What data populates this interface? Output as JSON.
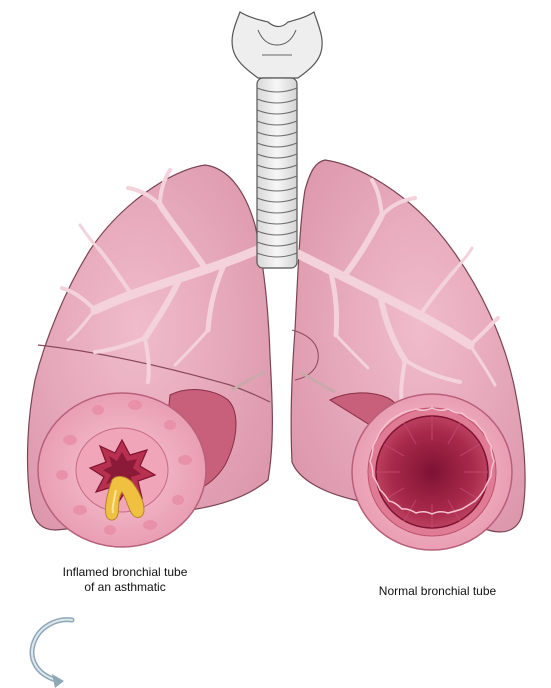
{
  "labels": {
    "inflamed_line1": "Inflamed bronchial tube",
    "inflamed_line2": "of an asthmatic",
    "normal": "Normal bronchial tube"
  },
  "icons": {
    "corner": "curved-arrow-icon"
  },
  "colors": {
    "lung": "#e8a9bd",
    "lung_shadow": "#d98aa3",
    "bronchi": "#f3d0da",
    "trachea": "#efefef",
    "tube_wall": "#f2b7c6",
    "lumen_normal": "#a8294a",
    "lumen_inflamed": "#b8304f",
    "mucus": "#f0c040",
    "arrow": "#8fa8b8"
  }
}
